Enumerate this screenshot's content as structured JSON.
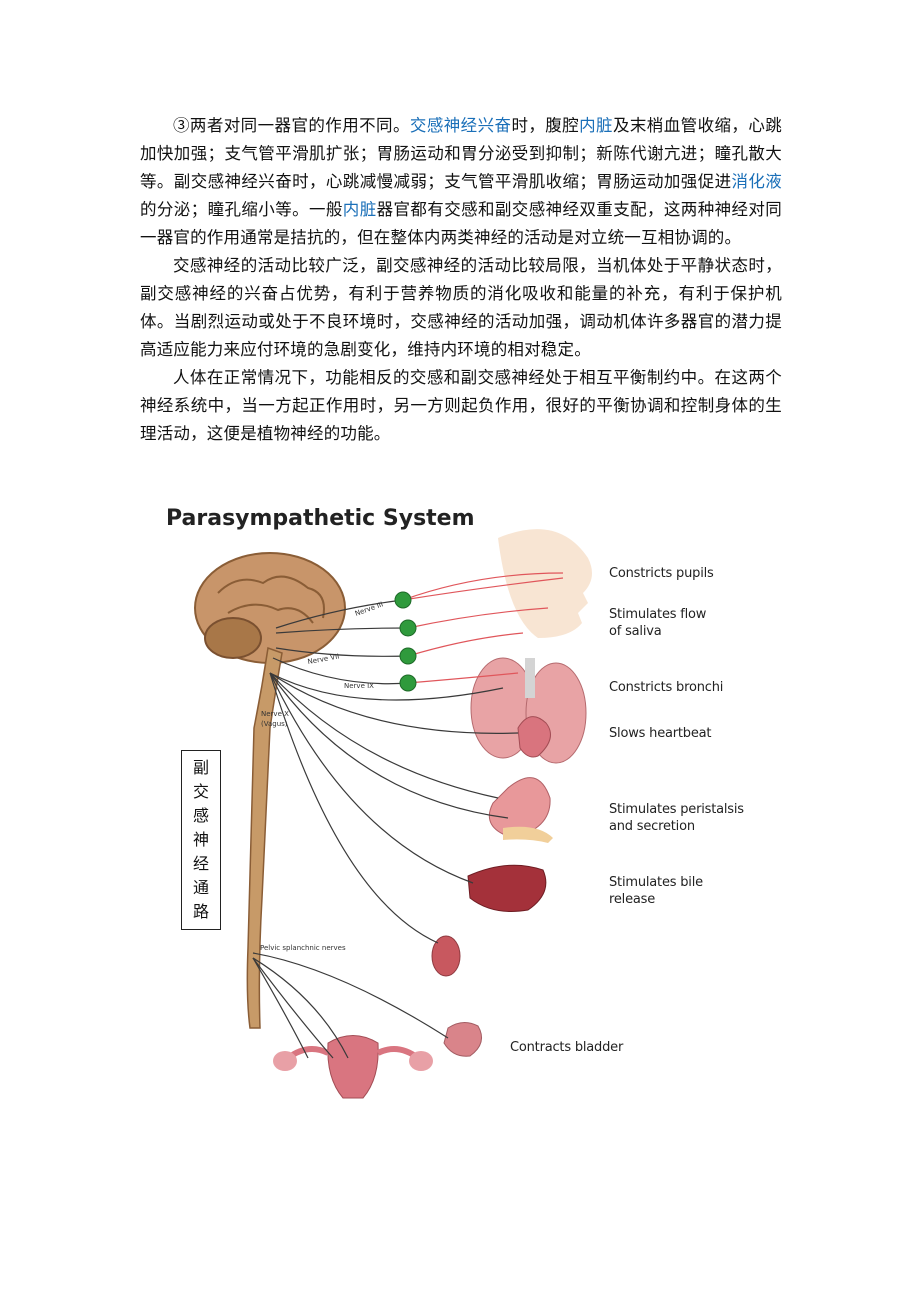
{
  "paragraphs": [
    {
      "segments": [
        {
          "text": "③两者对同一器官的作用不同。",
          "link": false
        },
        {
          "text": "交感神经兴奋",
          "link": true
        },
        {
          "text": "时，腹腔",
          "link": false
        },
        {
          "text": "内脏",
          "link": true
        },
        {
          "text": "及末梢血管收缩，心跳加快加强；支气管平滑肌扩张；胃肠运动和胃分泌受到抑制；新陈代谢亢进；瞳孔散大等。副交感神经兴奋时，心跳减慢减弱；支气管平滑肌收缩；胃肠运动加强促进",
          "link": false
        },
        {
          "text": "消化液",
          "link": true
        },
        {
          "text": "的分泌；瞳孔缩小等。一般",
          "link": false
        },
        {
          "text": "内脏",
          "link": true
        },
        {
          "text": "器官都有交感和副交感神经双重支配，这两种神经对同一器官的作用通常是拮抗的，但在整体内两类神经的活动是对立统一互相协调的。",
          "link": false
        }
      ]
    },
    {
      "segments": [
        {
          "text": "交感神经的活动比较广泛，副交感神经的活动比较局限，当机体处于平静状态时，副交感神经的兴奋占优势，有利于营养物质的消化吸收和能量的补充，有利于保护机体。当剧烈运动或处于不良环境时，交感神经的活动加强，调动机体许多器官的潜力提高适应能力来应付环境的急剧变化，维持内环境的相对稳定。",
          "link": false
        }
      ]
    },
    {
      "segments": [
        {
          "text": "人体在正常情况下，功能相反的交感和副交感神经处于相互平衡制约中。在这两个神经系统中，当一方起正作用时，另一方则起负作用，很好的平衡协调和控制身体的生理活动，这便是植物神经的功能。",
          "link": false
        }
      ]
    }
  ],
  "figure": {
    "title": "Parasympathetic System",
    "effects": [
      {
        "line1": "Constricts pupils",
        "line2": ""
      },
      {
        "line1": "Stimulates flow",
        "line2": "of saliva"
      },
      {
        "line1": "Constricts bronchi",
        "line2": ""
      },
      {
        "line1": "Slows heartbeat",
        "line2": ""
      },
      {
        "line1": "Stimulates peristalsis",
        "line2": "and secretion"
      },
      {
        "line1": "Stimulates bile",
        "line2": "release"
      },
      {
        "line1": "Contracts bladder",
        "line2": ""
      }
    ],
    "nerve_labels": {
      "nerve_iii": "Nerve III",
      "nerve_vii": "Nerve VII",
      "nerve_ix": "Nerve IX",
      "nerve_x": "Nerve X",
      "vagus": "(Vagus)",
      "pelvic": "Pelvic splanchnic nerves"
    },
    "side_label": [
      "副",
      "交",
      "感",
      "神",
      "经",
      "通",
      "路"
    ],
    "colors": {
      "brain": "#b8865a",
      "spine": "#c79a68",
      "nerve": "#3a3a3a",
      "nerve_red": "#e0565b",
      "ganglion": "#2f9a3c",
      "organ": "#d98a8e"
    }
  }
}
